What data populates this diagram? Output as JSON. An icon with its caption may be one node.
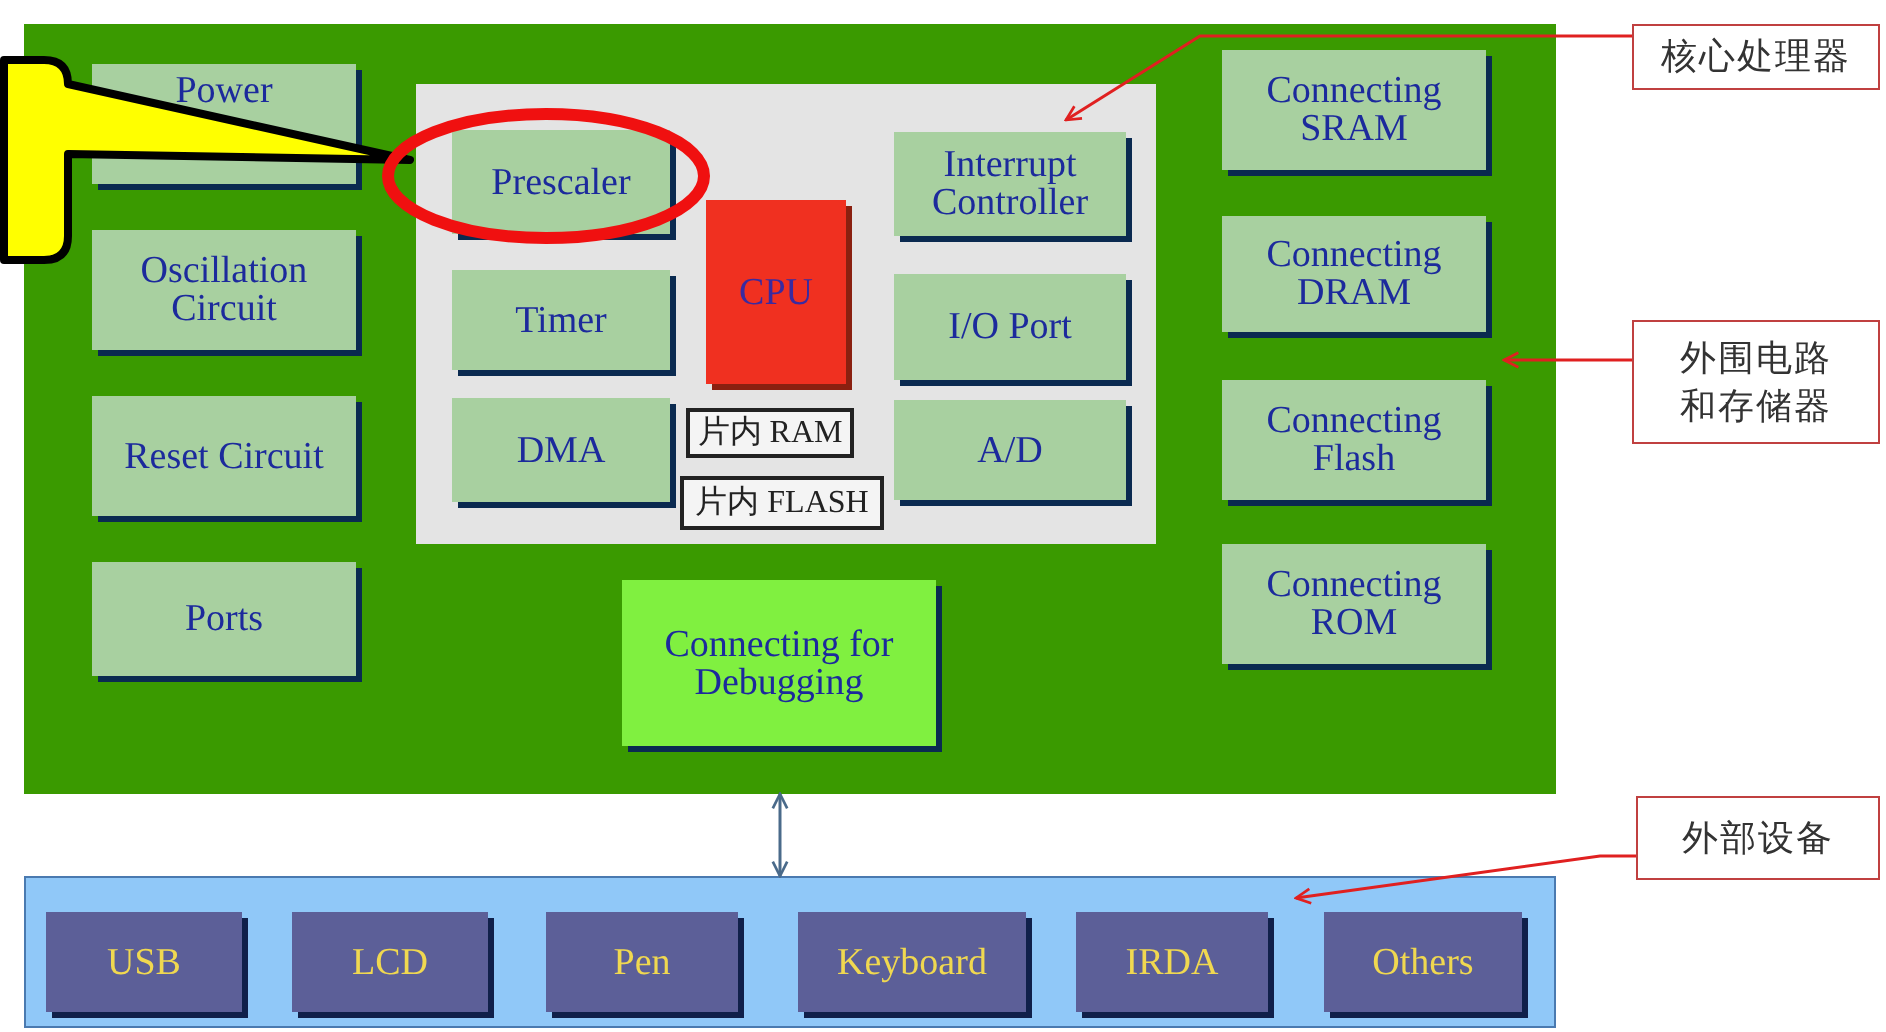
{
  "diagram": {
    "nodes": [
      {
        "text": [],
        "shape": "box"
      },
      {
        "text": [
          "Power"
        ],
        "in": 0
      },
      {
        "text": [
          "Oscillation Circuit"
        ],
        "in": 0
      },
      {
        "text": [
          "Reset Circuit"
        ],
        "in": 0
      },
      {
        "text": [
          "Ports"
        ],
        "in": 0
      },
      {
        "text": [],
        "shape": "box",
        "in": 0
      },
      {
        "text": [
          "Prescaler"
        ],
        "in": 5
      },
      {
        "text": [
          "Timer"
        ],
        "in": 5
      },
      {
        "text": [
          "DMA"
        ],
        "in": 5
      },
      {
        "text": [
          "CPU"
        ],
        "in": 5
      },
      {
        "text": [
          "片内 RAM"
        ],
        "in": 5
      },
      {
        "text": [
          "片内 FLASH"
        ],
        "in": 5
      },
      {
        "text": [
          "Interrupt Controller"
        ],
        "in": 5
      },
      {
        "text": [
          "I/O Port"
        ],
        "in": 5
      },
      {
        "text": [
          "A/D"
        ],
        "in": 5
      },
      {
        "text": [
          "Connecting for Debugging"
        ],
        "in": 0
      },
      {
        "text": [
          "Connecting SRAM"
        ],
        "in": 0
      },
      {
        "text": [
          "Connecting DRAM"
        ],
        "in": 0
      },
      {
        "text": [
          "Connecting Flash"
        ],
        "in": 0
      },
      {
        "text": [
          "Connecting ROM"
        ],
        "in": 0
      },
      {
        "text": [],
        "shape": "box"
      },
      {
        "text": [
          "USB"
        ],
        "in": 20
      },
      {
        "text": [
          "LCD"
        ],
        "in": 20
      },
      {
        "text": [
          "Pen"
        ],
        "in": 20
      },
      {
        "text": [
          "Keyboard"
        ],
        "in": 20
      },
      {
        "text": [
          "IRDA"
        ],
        "in": 20
      },
      {
        "text": [
          "Others"
        ],
        "in": 20
      },
      {
        "text": [
          "核心处理器"
        ]
      },
      {
        "text": [
          "外围电路和存储器"
        ]
      },
      {
        "text": [
          "外部设备"
        ]
      }
    ],
    "edges": [
      {
        "from": 27,
        "to": 5,
        "arrow": "to"
      },
      {
        "from": 28,
        "to": 0,
        "arrow": "to"
      },
      {
        "from": 0,
        "to": 20,
        "arrow": "both",
        "color": "#4a6a8a"
      },
      {
        "from": 29,
        "to": 20,
        "arrow": "to"
      }
    ]
  }
}
